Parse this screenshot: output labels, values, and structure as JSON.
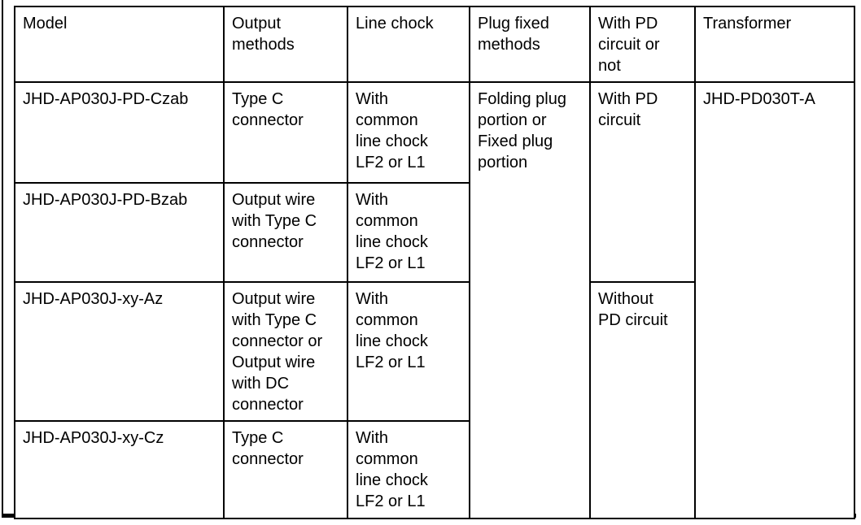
{
  "colors": {
    "text": "#000000",
    "border": "#000000",
    "background": "#ffffff"
  },
  "table": {
    "headers": {
      "model": "Model",
      "output_methods": "Output methods",
      "line_chock": "Line chock",
      "plug_fixed_methods": "Plug fixed methods",
      "pd_circuit": "With PD circuit or not",
      "transformer": "Transformer"
    },
    "rows": [
      {
        "model": "JHD-AP030J-PD-Czab",
        "output_method": "Type C connector",
        "line_chock": "With common line chock LF2 or L1"
      },
      {
        "model": "JHD-AP030J-PD-Bzab",
        "output_method": "Output wire with Type C connector",
        "line_chock": "With common line chock LF2 or L1"
      },
      {
        "model": "JHD-AP030J-xy-Az",
        "output_method": "Output wire with Type C connector or Output wire with DC connector",
        "line_chock": "With common line chock LF2 or L1"
      },
      {
        "model": "JHD-AP030J-xy-Cz",
        "output_method": "Type C connector",
        "line_chock": "With common line chock LF2 or L1"
      }
    ],
    "plug_fixed_method": "Folding plug portion or Fixed plug portion",
    "pd_circuit_rows_1_2": "With PD circuit",
    "pd_circuit_rows_3_4": "Without PD circuit",
    "transformer_model": "JHD-PD030T-A"
  }
}
